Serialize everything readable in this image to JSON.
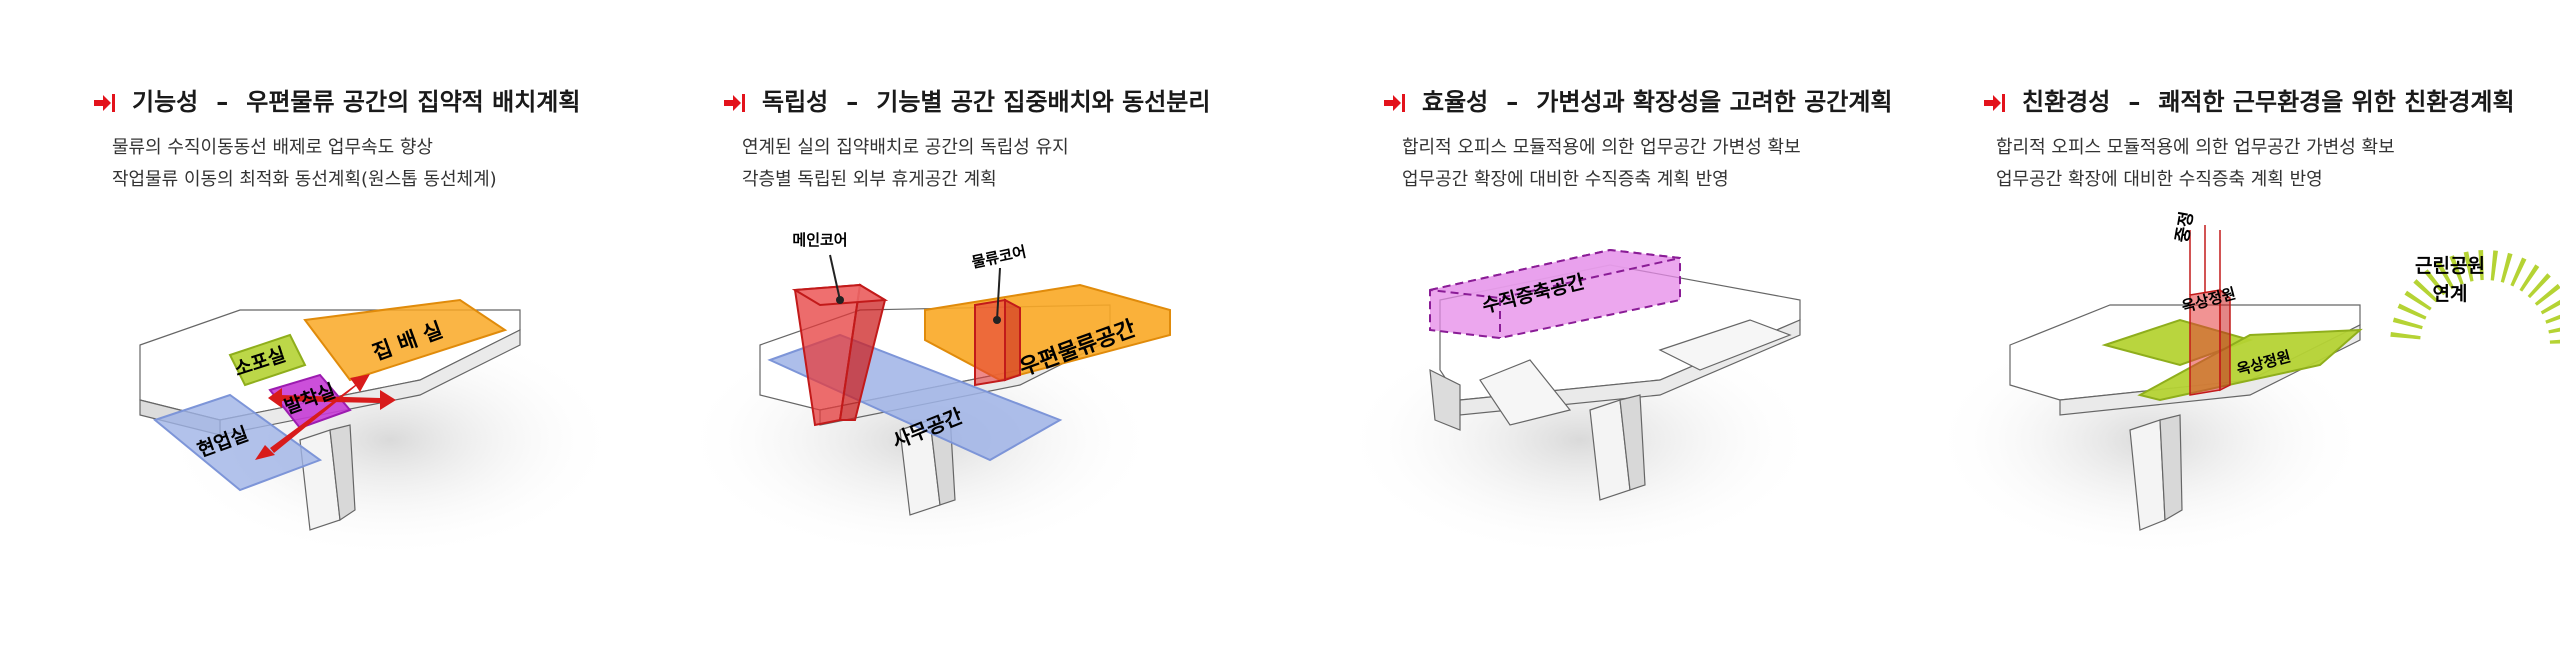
{
  "panels": [
    {
      "keyword": "기능성",
      "subtitle": "우편물류 공간의 집약적 배치계획",
      "lines": [
        "물류의 수직이동동선 배제로 업무속도 향상",
        "작업물류 이동의 최적화 동선계획(원스톱 동선체계)"
      ],
      "labels": {
        "a": "소포실",
        "b": "집 배 실",
        "c": "발착실",
        "d": "현업실"
      }
    },
    {
      "keyword": "독립성",
      "subtitle": "기능별 공간 집중배치와 동선분리",
      "lines": [
        "연계된 실의 집약배치로 공간의 독립성 유지",
        "각층별 독립된 외부 휴게공간 계획"
      ],
      "labels": {
        "a": "메인코어",
        "b": "물류코어",
        "c": "우편물류공간",
        "d": "사무공간"
      }
    },
    {
      "keyword": "효율성",
      "subtitle": "가변성과 확장성을 고려한 공간계획",
      "lines": [
        "합리적 오피스 모듈적용에 의한 업무공간 가변성 확보",
        "업무공간 확장에 대비한 수직증축 계획 반영"
      ],
      "labels": {
        "a": "수직증축공간"
      }
    },
    {
      "keyword": "친환경성",
      "subtitle": "쾌적한 근무환경을 위한 친환경계획",
      "lines": [
        "합리적 오피스 모듈적용에 의한 업무공간 가변성 확보",
        "업무공간 확장에 대비한 수직증축 계획 반영"
      ],
      "labels": {
        "a": "중정",
        "b": "옥상정원",
        "c": "옥상정원",
        "d": "근린공원",
        "e": "연계"
      }
    }
  ],
  "colors": {
    "accent": "#e3121b",
    "orange": "#f9a825",
    "blue": "#9fb3e6",
    "green": "#b5d334",
    "purple": "#c63cd6",
    "red": "#e53b3b",
    "violet": "#e58ae8"
  },
  "icons": {
    "title": "arrow-into-bar-icon"
  }
}
